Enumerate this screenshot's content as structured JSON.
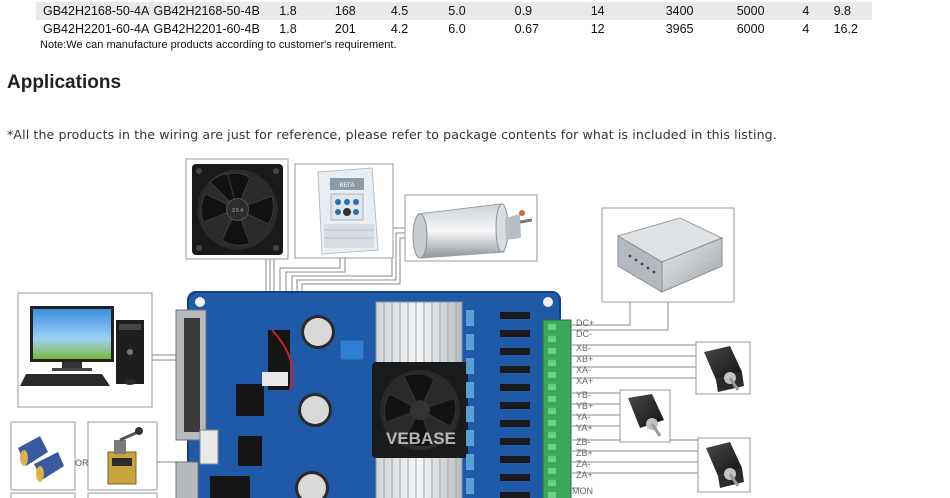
{
  "spec_table": {
    "rows": [
      [
        "GB42H2168-50-4A",
        "GB42H2168-50-4B",
        "1.8",
        "168",
        "4.5",
        "5.0",
        "0.9",
        "14",
        "3400",
        "5000",
        "4",
        "9.8"
      ],
      [
        "GB42H2201-60-4A",
        "GB42H2201-60-4B",
        "1.8",
        "201",
        "4.2",
        "6.0",
        "0.67",
        "12",
        "3965",
        "6000",
        "4",
        "16.2"
      ]
    ],
    "note": "Note:We can manufacture products according to customer's requirement."
  },
  "applications": {
    "title": "Applications",
    "disclaimer": "*All the products in the wiring are just for reference, please refer to package contents for what is included in this listing."
  },
  "diagram": {
    "terminal_labels": [
      "DC+",
      "DC-",
      "XB-",
      "XB+",
      "XA-",
      "XA+",
      "YB-",
      "YB+",
      "YA-",
      "YA+",
      "ZB-",
      "ZB+",
      "ZA-",
      "ZA+",
      "MON"
    ],
    "or_label": "OR",
    "watermark": "VEBASE",
    "fan_label": "3 5 4",
    "vfd_label": "ВЕГА"
  },
  "colors": {
    "board_blue": "#1e5aa8",
    "terminal_green": "#3aa858",
    "wire": "#888888"
  }
}
